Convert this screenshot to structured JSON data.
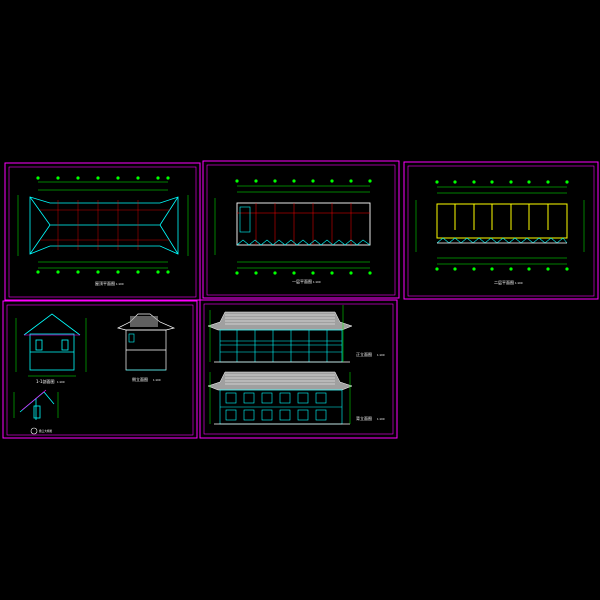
{
  "drawing_set": {
    "sheets": [
      {
        "id": "roof_plan",
        "title": "屋顶平面图",
        "scale": "1:100"
      },
      {
        "id": "floor1_plan",
        "title": "一层平面图",
        "scale": "1:100"
      },
      {
        "id": "floor2_plan",
        "title": "二层平面图",
        "scale": "1:100"
      },
      {
        "id": "section",
        "title": "1-1剖面图",
        "scale": "1:100"
      },
      {
        "id": "side_elev",
        "title": "侧立面图",
        "scale": "1:100"
      },
      {
        "id": "elevations",
        "title_a": "正立面图",
        "title_b": "背立面图",
        "scale": "1:100"
      }
    ],
    "detail_title": "檐口大样图",
    "colors": {
      "background": "#000000",
      "frame": "#ff00ff",
      "line_primary": "#00ffff",
      "line_secondary": "#ffffff",
      "dimension": "#00ff00",
      "axis": "#ff0000",
      "highlight": "#ffff00",
      "roof_fill": "#a0a0a0"
    }
  }
}
